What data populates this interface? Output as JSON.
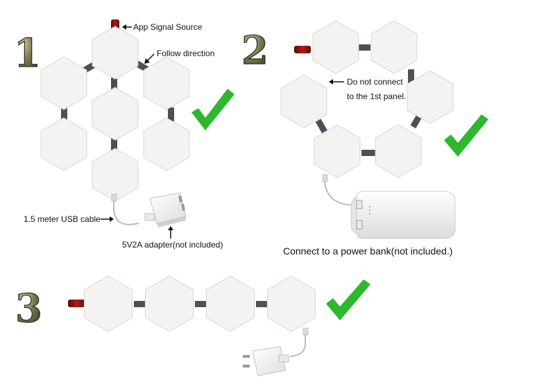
{
  "steps": [
    {
      "number": "1",
      "labels": {
        "signal_source": "App Signal Source",
        "follow_direction": "Follow direction",
        "usb_cable": "1.5 meter USB cable",
        "adapter": "5V2A adapter(not included)"
      },
      "status": "correct"
    },
    {
      "number": "2",
      "labels": {
        "no_connect_line1": "Do not connect",
        "no_connect_line2": "to the 1st panel.",
        "power_bank": "Connect to a power bank(not included.)"
      },
      "status": "correct"
    },
    {
      "number": "3",
      "status": "correct"
    }
  ],
  "colors": {
    "check": "#2db82d",
    "number_fill": "#5b5a3c",
    "panel_fill": "#f4f3f1",
    "panel_stroke": "#d8d6d2",
    "signal_plug": "#8e1410",
    "connector": "#4d5157"
  }
}
